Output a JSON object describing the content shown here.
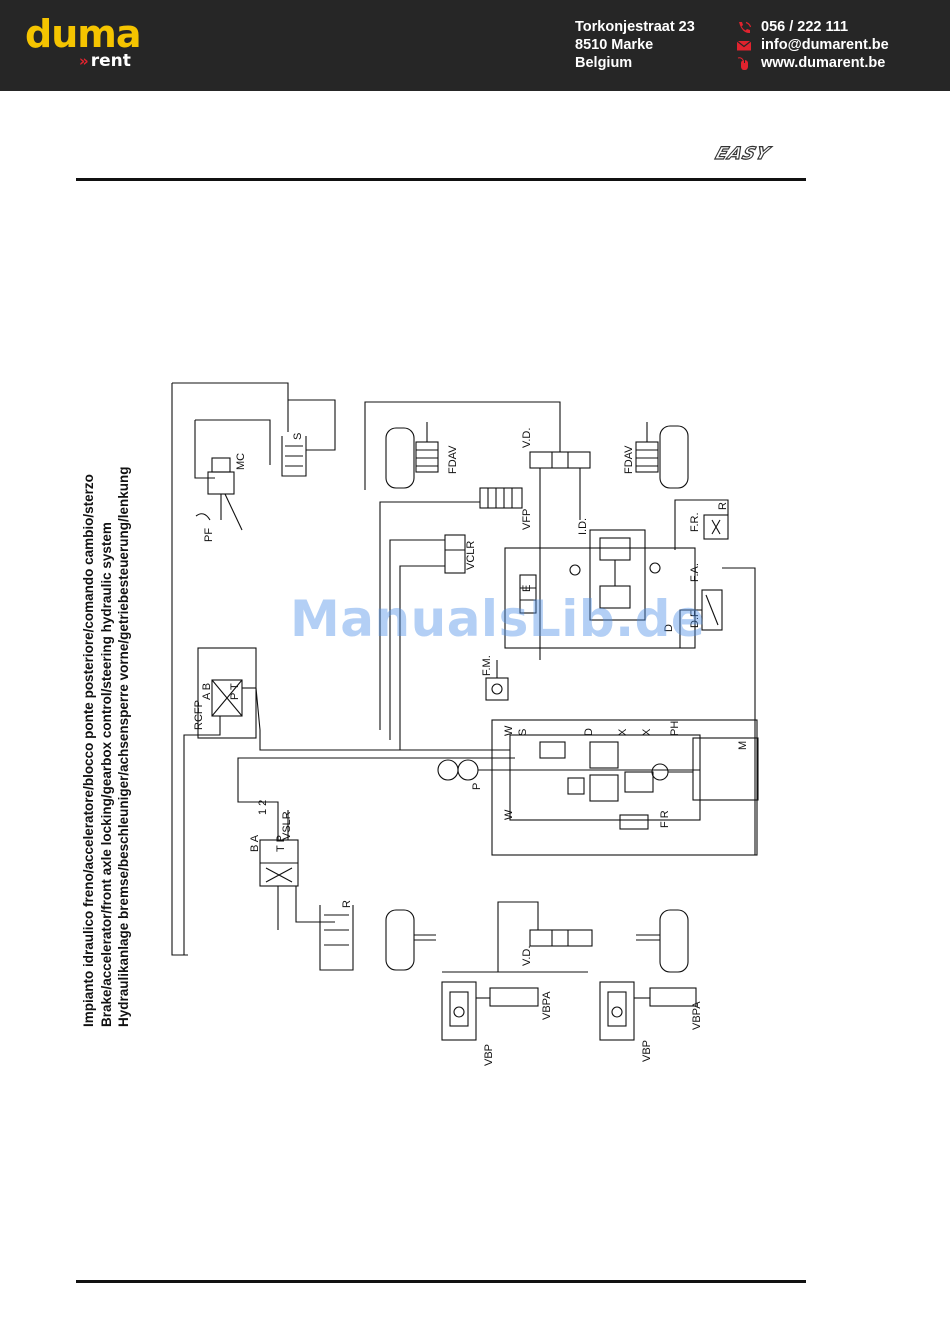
{
  "header": {
    "logo": {
      "name": "duma",
      "sub": "rent"
    },
    "address": {
      "street": "Torkonjestraat 23",
      "city": "8510 Marke",
      "country": "Belgium"
    },
    "contact": {
      "phone": "056 / 222 111",
      "email": "info@dumarent.be",
      "web": "www.dumarent.be",
      "icons": [
        "phone-icon",
        "mail-icon",
        "mouse-icon"
      ],
      "icon_color": "#e0232e"
    },
    "background": "#262626",
    "logo_color": "#f5c400"
  },
  "brand_mark": "EASY",
  "document": {
    "title_lines": [
      "Impianto idraulico freno/acceleratore/blocco ponte posteriore/comando cambio/sterzo",
      "Brake/accelerator/front axle locking/gearbox control/steering hydraulic system",
      "Hydraulikanlage bremse/beschleuniger/achsensperre vorne/getriebesteuerung/lenkung"
    ]
  },
  "diagram": {
    "labels": {
      "s": "S",
      "mc": "MC",
      "pf": "PF",
      "fdav_left": "FDAV",
      "fdav_right": "FDAV",
      "vd_top": "V.D.",
      "vd_bottom": "V.D.",
      "vfp": "VFP",
      "vclr": "VCLR",
      "id": "I.D.",
      "fr": "F.R.",
      "r_top": "R",
      "fa": "F.A.",
      "df": "D.F.",
      "e": "E",
      "d": "D",
      "fm": "F.M.",
      "rcfp": "RCFP",
      "ab": "A B",
      "p_t": "P T",
      "ports_12": "1 2",
      "vslr": "VSLR",
      "ba": "B A",
      "tp": "T P",
      "r_bottom": "R",
      "p": "P",
      "m": "M",
      "ph": "PH",
      "x1": "X",
      "x2": "X",
      "w1": "W",
      "w2": "W",
      "s2": "S",
      "d2": "D",
      "vbpa_left": "VBPA",
      "vbpa_right": "VBPA",
      "vbp_left": "VBP",
      "vbp_right": "VBP",
      "fr_small": "F R"
    }
  },
  "watermark": "ManualsLib.de"
}
